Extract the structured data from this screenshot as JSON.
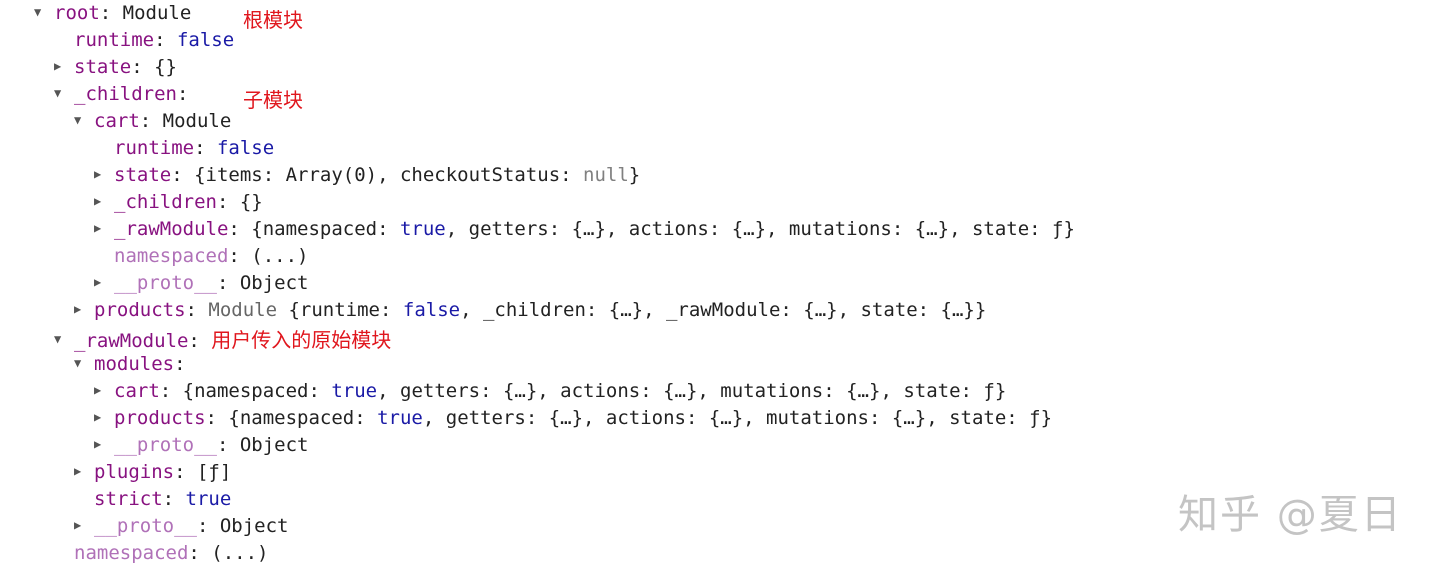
{
  "tree": [
    {
      "arrow": "open",
      "parts": [
        {
          "t": "root",
          "c": "key"
        },
        {
          "t": ": ",
          "c": "sep"
        },
        {
          "t": "Module",
          "c": "val"
        }
      ]
    },
    {
      "arrow": "none",
      "parts": [
        {
          "t": "runtime",
          "c": "key"
        },
        {
          "t": ": ",
          "c": "sep"
        },
        {
          "t": "false",
          "c": "kw"
        }
      ]
    },
    {
      "arrow": "closed",
      "parts": [
        {
          "t": "state",
          "c": "key"
        },
        {
          "t": ": {}",
          "c": "sep"
        }
      ]
    },
    {
      "arrow": "open",
      "parts": [
        {
          "t": "_children",
          "c": "key"
        },
        {
          "t": ":",
          "c": "sep"
        }
      ]
    },
    {
      "arrow": "open",
      "parts": [
        {
          "t": "cart",
          "c": "key"
        },
        {
          "t": ": ",
          "c": "sep"
        },
        {
          "t": "Module",
          "c": "val"
        }
      ]
    },
    {
      "arrow": "none",
      "parts": [
        {
          "t": "runtime",
          "c": "key"
        },
        {
          "t": ": ",
          "c": "sep"
        },
        {
          "t": "false",
          "c": "kw"
        }
      ]
    },
    {
      "arrow": "closed",
      "parts": [
        {
          "t": "state",
          "c": "key"
        },
        {
          "t": ": {items: Array(0), checkoutStatus: ",
          "c": "sep"
        },
        {
          "t": "null",
          "c": "nul"
        },
        {
          "t": "}",
          "c": "sep"
        }
      ]
    },
    {
      "arrow": "closed",
      "parts": [
        {
          "t": "_children",
          "c": "key"
        },
        {
          "t": ": {}",
          "c": "sep"
        }
      ]
    },
    {
      "arrow": "closed",
      "parts": [
        {
          "t": "_rawModule",
          "c": "key"
        },
        {
          "t": ": {namespaced: ",
          "c": "sep"
        },
        {
          "t": "true",
          "c": "kw"
        },
        {
          "t": ", getters: {…}, actions: {…}, mutations: {…}, state: ƒ}",
          "c": "sep"
        }
      ]
    },
    {
      "arrow": "none",
      "parts": [
        {
          "t": "namespaced",
          "c": "dim"
        },
        {
          "t": ": (...)",
          "c": "sep"
        }
      ]
    },
    {
      "arrow": "closed",
      "parts": [
        {
          "t": "__proto__",
          "c": "dim"
        },
        {
          "t": ": Object",
          "c": "sep"
        }
      ]
    },
    {
      "arrow": "closed",
      "parts": [
        {
          "t": "products",
          "c": "key"
        },
        {
          "t": ": ",
          "c": "sep"
        },
        {
          "t": "Module",
          "c": "cls"
        },
        {
          "t": " {runtime: ",
          "c": "sep"
        },
        {
          "t": "false",
          "c": "kw"
        },
        {
          "t": ", _children: {…}, _rawModule: {…}, state: {…}}",
          "c": "sep"
        }
      ]
    },
    {
      "arrow": "open",
      "parts": [
        {
          "t": "_rawModule",
          "c": "key"
        },
        {
          "t": ": ",
          "c": "sep"
        }
      ]
    },
    {
      "arrow": "open",
      "parts": [
        {
          "t": "modules",
          "c": "key"
        },
        {
          "t": ":",
          "c": "sep"
        }
      ]
    },
    {
      "arrow": "closed",
      "parts": [
        {
          "t": "cart",
          "c": "key"
        },
        {
          "t": ": {namespaced: ",
          "c": "sep"
        },
        {
          "t": "true",
          "c": "kw"
        },
        {
          "t": ", getters: {…}, actions: {…}, mutations: {…}, state: ƒ}",
          "c": "sep"
        }
      ]
    },
    {
      "arrow": "closed",
      "parts": [
        {
          "t": "products",
          "c": "key"
        },
        {
          "t": ": {namespaced: ",
          "c": "sep"
        },
        {
          "t": "true",
          "c": "kw"
        },
        {
          "t": ", getters: {…}, actions: {…}, mutations: {…}, state: ƒ}",
          "c": "sep"
        }
      ]
    },
    {
      "arrow": "closed",
      "parts": [
        {
          "t": "__proto__",
          "c": "dim"
        },
        {
          "t": ": Object",
          "c": "sep"
        }
      ]
    },
    {
      "arrow": "closed",
      "parts": [
        {
          "t": "plugins",
          "c": "key"
        },
        {
          "t": ": [ƒ]",
          "c": "sep"
        }
      ]
    },
    {
      "arrow": "none",
      "parts": [
        {
          "t": "strict",
          "c": "key"
        },
        {
          "t": ": ",
          "c": "sep"
        },
        {
          "t": "true",
          "c": "kw"
        }
      ]
    },
    {
      "arrow": "closed",
      "parts": [
        {
          "t": "__proto__",
          "c": "dim"
        },
        {
          "t": ": Object",
          "c": "sep"
        }
      ]
    },
    {
      "arrow": "none",
      "parts": [
        {
          "t": "namespaced",
          "c": "dim"
        },
        {
          "t": ": (...)",
          "c": "sep"
        }
      ]
    }
  ],
  "annotations": {
    "root_module": "根模块",
    "child_module": "子模块",
    "raw_module": "用户传入的原始模块"
  },
  "watermark": "知乎 @夏日",
  "colors": {
    "key": "#881280",
    "keyword": "#1a1aa6",
    "annotation": "#e0161d",
    "watermark": "#c4c4c4"
  }
}
